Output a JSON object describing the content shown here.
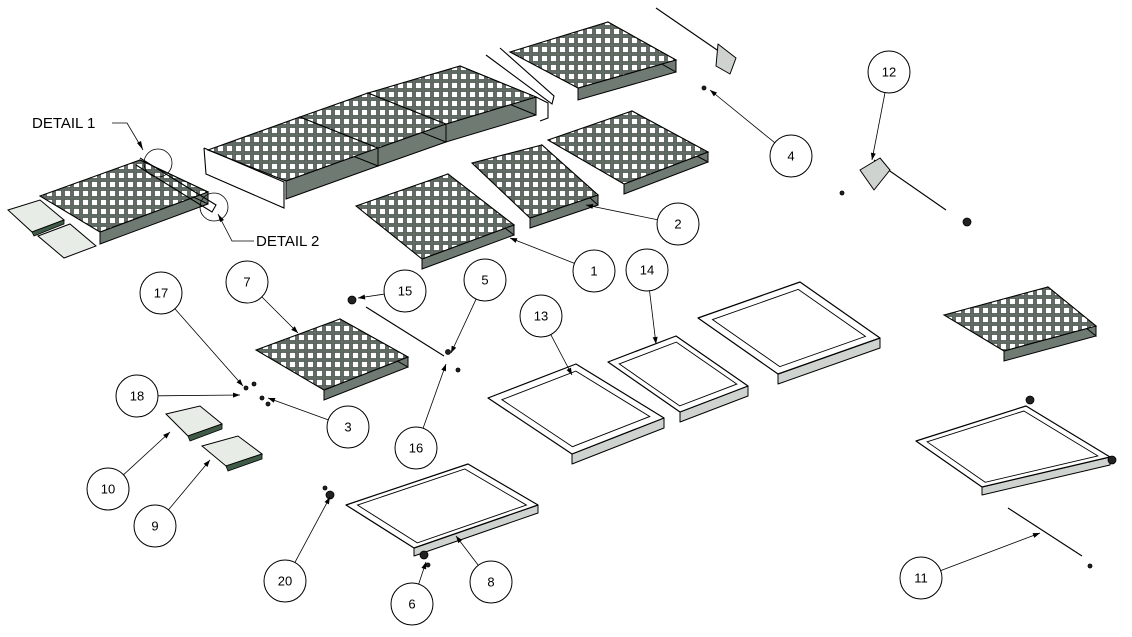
{
  "detail_labels": [
    "DETAIL 1",
    "DETAIL 2"
  ],
  "balloons": [
    "1",
    "2",
    "3",
    "4",
    "5",
    "6",
    "7",
    "8",
    "9",
    "10",
    "11",
    "12",
    "13",
    "14",
    "15",
    "16",
    "17",
    "18",
    "20"
  ],
  "colors": {
    "grate": "#5f6b63",
    "grate_cell": "#ffffff",
    "line": "#000000",
    "plate_edge": "#3f5a46"
  }
}
